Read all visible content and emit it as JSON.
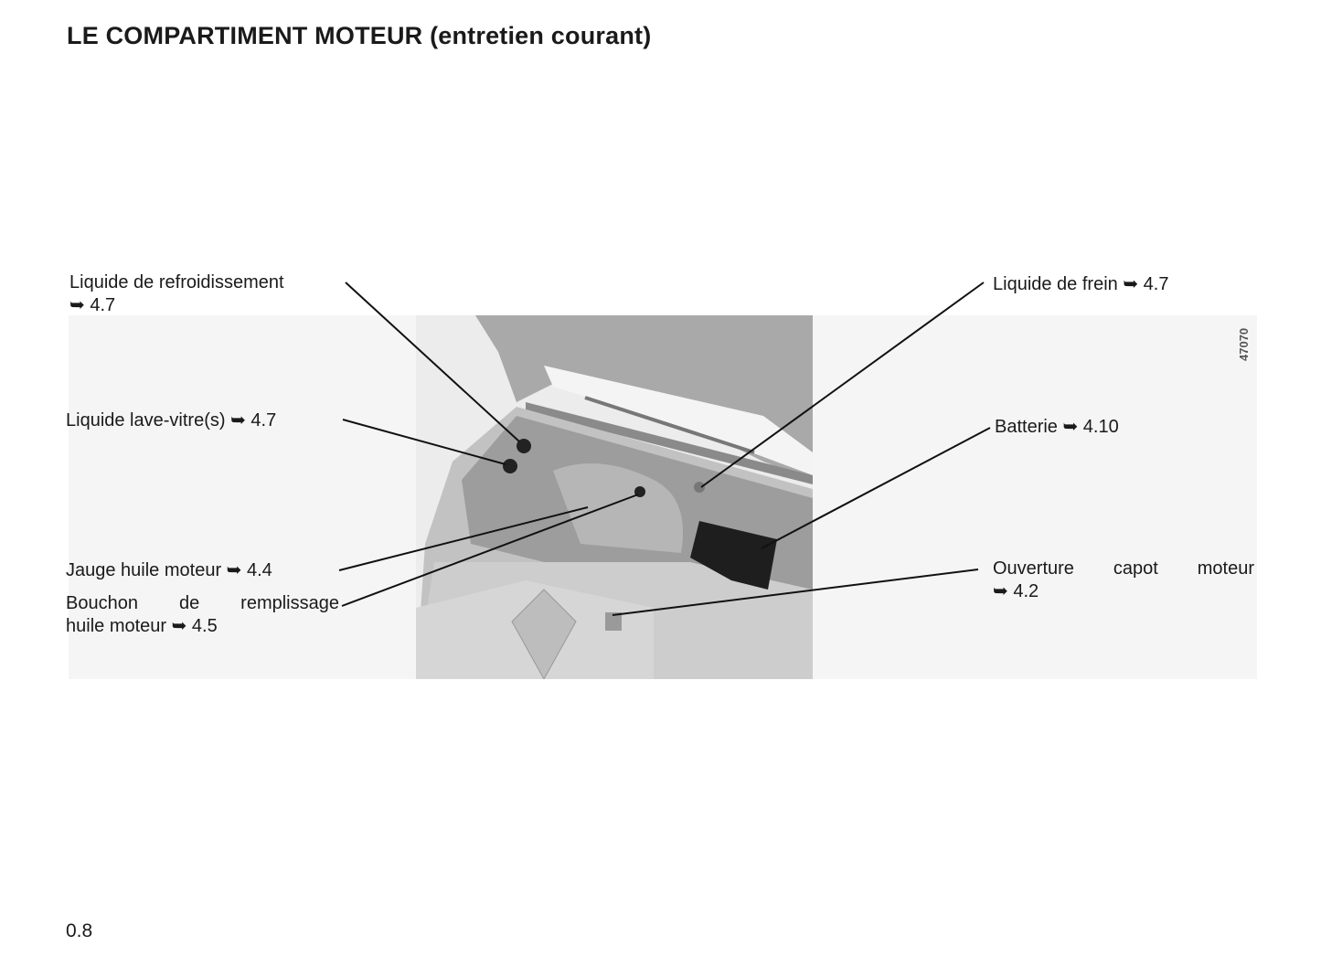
{
  "title": "LE COMPARTIMENT MOTEUR (entretien courant)",
  "figure_ref": "47070",
  "arrow_symbol": "➥",
  "labels": {
    "coolant": {
      "text": "Liquide de refroidissement",
      "ref": "➥ 4.7"
    },
    "washer": {
      "text": "Liquide lave-vitre(s) ➥ 4.7"
    },
    "dipstick": {
      "text": "Jauge huile moteur ➥ 4.4"
    },
    "oil_cap": {
      "line1": "Bouchon de remplissage",
      "line2": "huile moteur ➥ 4.5"
    },
    "brake": {
      "text": "Liquide de frein ➥ 4.7"
    },
    "battery": {
      "text": "Batterie ➥ 4.10"
    },
    "bonnet": {
      "line1": "Ouverture capot moteur",
      "line2": "➥ 4.2"
    }
  },
  "page_number": "0.8"
}
